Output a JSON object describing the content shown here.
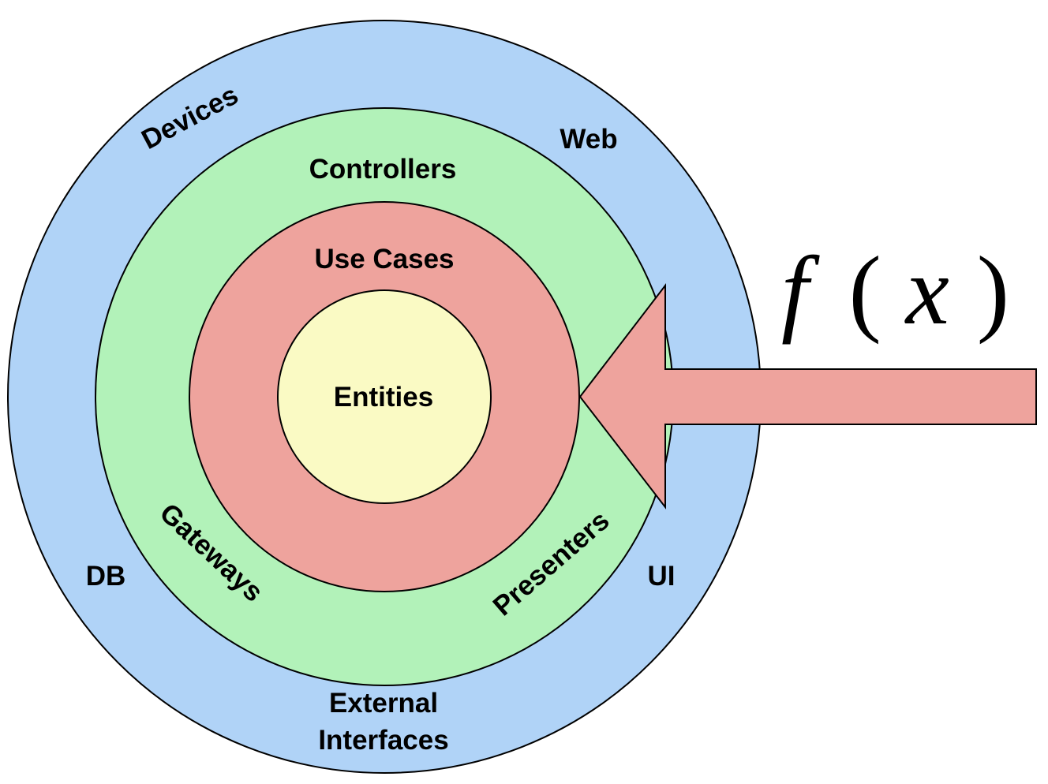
{
  "rings": {
    "outer": {
      "labels": [
        "Devices",
        "Web",
        "DB",
        "UI",
        "External",
        "Interfaces"
      ],
      "color": "#b0d3f7"
    },
    "second": {
      "labels": [
        "Controllers",
        "Gateways",
        "Presenters"
      ],
      "color": "#b2f2b9"
    },
    "third": {
      "labels": [
        "Use Cases"
      ],
      "color": "#eea39d"
    },
    "core": {
      "labels": [
        "Entities"
      ],
      "color": "#fafac4"
    }
  },
  "function_label": {
    "name": "f",
    "open": "(",
    "arg": "x",
    "close": ")"
  },
  "arrow": {
    "color": "#eea39d",
    "direction": "left",
    "icon": "arrow-left-icon"
  }
}
